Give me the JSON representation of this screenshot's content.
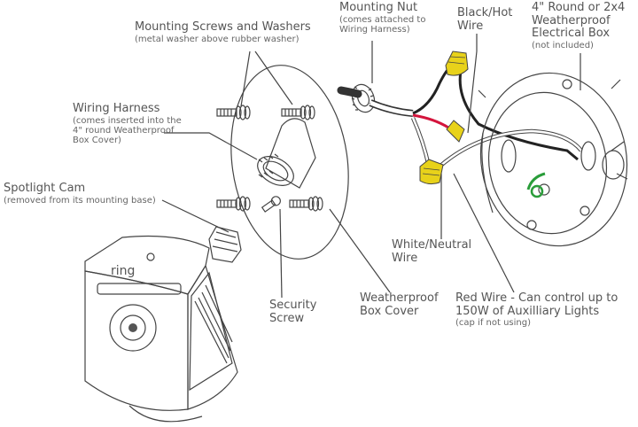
{
  "labels": {
    "mounting_screws": {
      "title": "Mounting Screws and Washers",
      "note": "(metal washer above rubber washer)"
    },
    "mounting_nut": {
      "title": "Mounting Nut",
      "note1": "(comes attached to",
      "note2": "Wiring Harness)"
    },
    "black_hot": {
      "line1": "Black/Hot",
      "line2": "Wire"
    },
    "electrical_box": {
      "line1": "4\" Round or 2x4",
      "line2": "Weatherproof",
      "line3": "Electrical Box",
      "note": "(not included)"
    },
    "wiring_harness": {
      "title": "Wiring Harness",
      "note1": "(comes inserted into the",
      "note2": "4\" round Weatherproof",
      "note3": "Box Cover)"
    },
    "spotlight_cam": {
      "title": "Spotlight Cam",
      "note": "(removed from its mounting base)"
    },
    "white_neutral": {
      "line1": "White/Neutral",
      "line2": "Wire"
    },
    "security_screw": {
      "line1": "Security",
      "line2": "Screw"
    },
    "box_cover": {
      "line1": "Weatherproof",
      "line2": "Box Cover"
    },
    "red_wire": {
      "line1": "Red Wire - Can control up to",
      "line2": "150W of Auxilliary Lights",
      "note": "(cap if not using)"
    }
  },
  "brand_text": "ring",
  "colors": {
    "wire_nut": "#e8d21a",
    "red_wire": "#d4143c",
    "ground_wire": "#2a9d3a",
    "black_wire": "#222222",
    "line_art": "#444444"
  }
}
